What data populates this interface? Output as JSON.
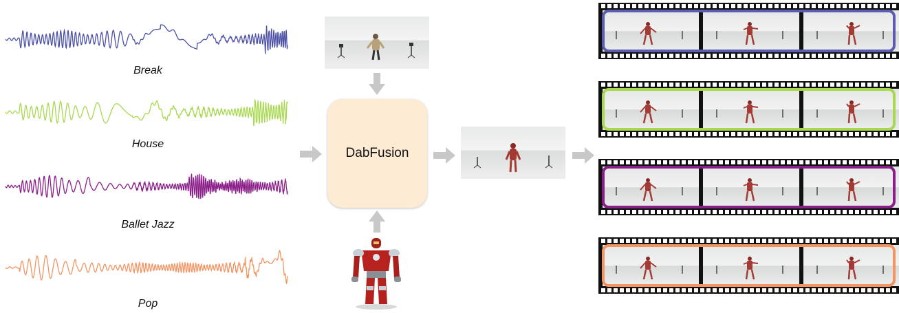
{
  "waveforms": [
    {
      "label": "Break",
      "color": "#4b4fa6"
    },
    {
      "label": "House",
      "color": "#a8d84f"
    },
    {
      "label": "Ballet Jazz",
      "color": "#8b1f8a"
    },
    {
      "label": "Pop",
      "color": "#f39463"
    }
  ],
  "model": {
    "label": "DabFusion",
    "fill": "#fdebd4"
  },
  "arrow_color": "#c8c8c8",
  "film_colors": [
    "#5b5eb0",
    "#a8d84f",
    "#8b1f8a",
    "#f39463"
  ]
}
